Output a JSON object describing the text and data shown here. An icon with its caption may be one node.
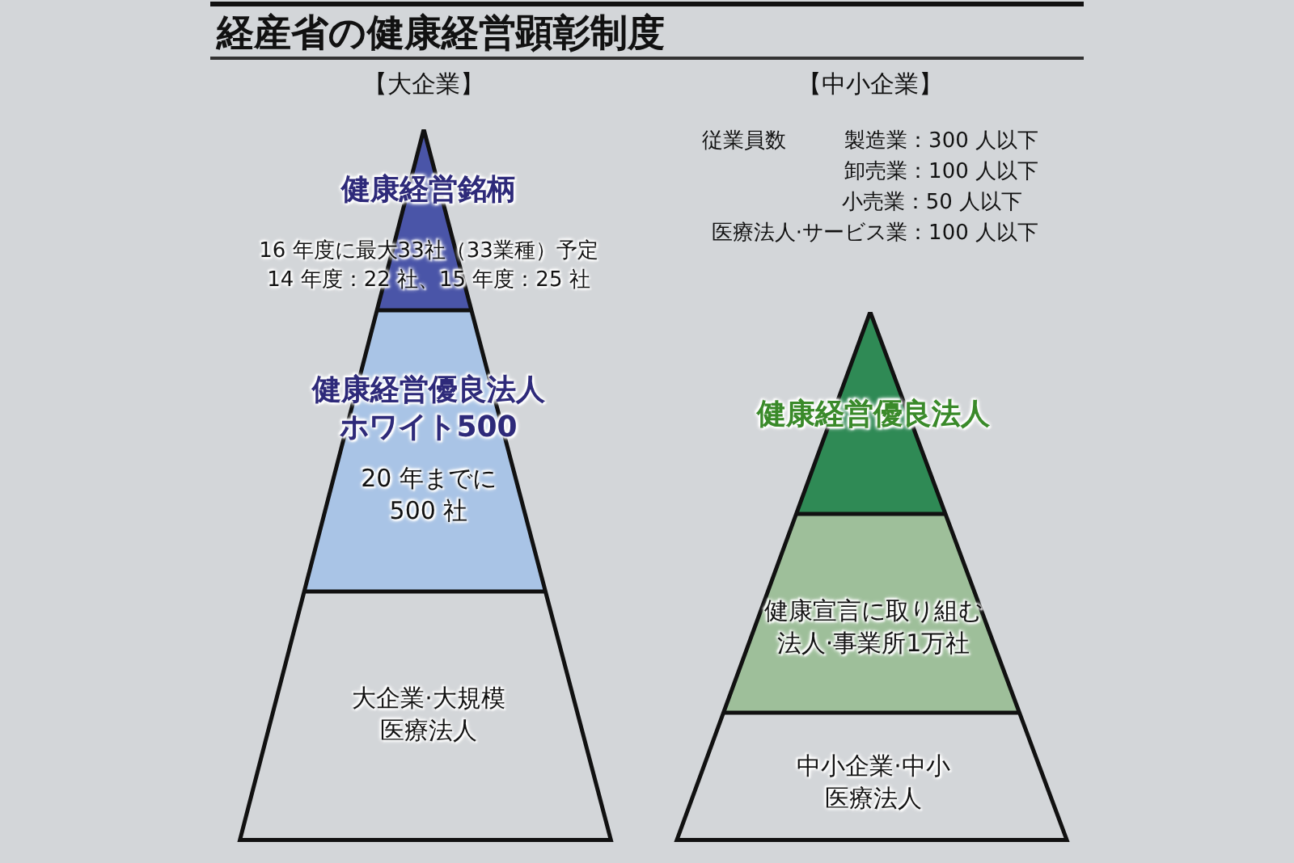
{
  "diagram": {
    "title": "経産省の健康経営顕彰制度",
    "nodes": [
      {
        "text": [
          "健康経営銘柄",
          "16 年度に最大33社（33業種）予定",
          "14 年度：22 社、15 年度：25 社"
        ]
      },
      {
        "text": [
          "健康経営優良法人ホワイト500",
          "20 年までに500 社"
        ]
      },
      {
        "text": [
          "大企業·大規模医療法人"
        ]
      },
      {
        "text": [
          "健康経営優良法人"
        ]
      },
      {
        "text": [
          "健康宣言に取り組む法人·事業所1万社"
        ]
      },
      {
        "text": [
          "中小企業·中小医療法人"
        ]
      }
    ],
    "labels": [
      "【大企業】",
      "【中小企業】",
      "従業員数",
      "製造業：300 人以下",
      "卸売業：100 人以下",
      "小売業：50 人以下",
      "医療法人·サービス業：100 人以下"
    ]
  }
}
